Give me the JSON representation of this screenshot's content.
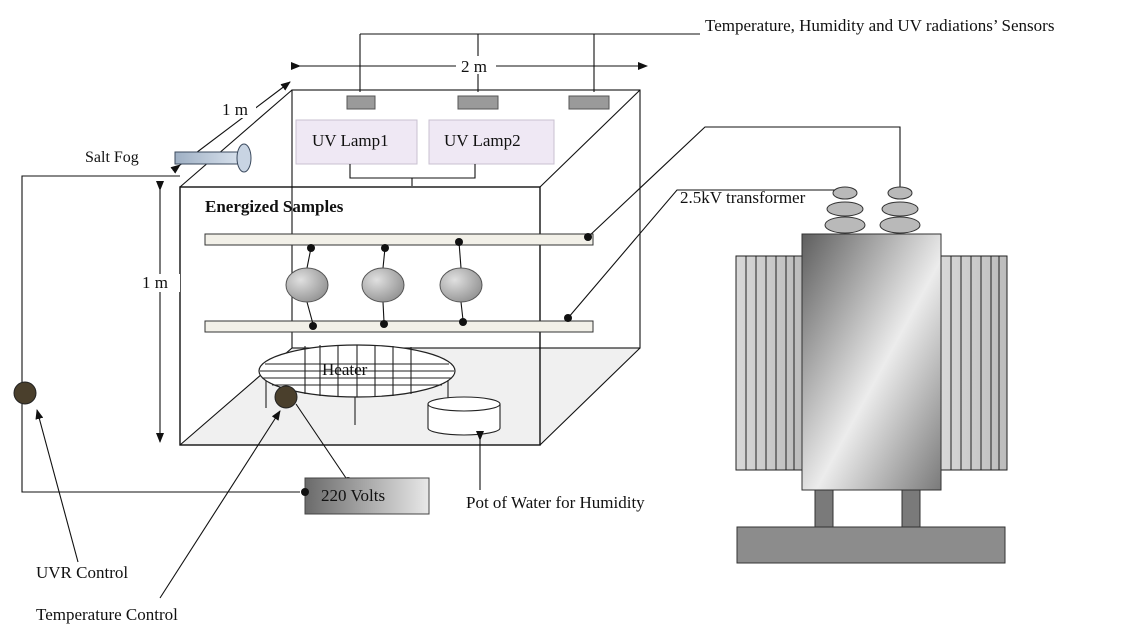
{
  "labels": {
    "sensors": "Temperature, Humidity and UV radiations’ Sensors",
    "width_dim": "2 m",
    "depth_dim": "1 m",
    "height_dim": "1 m",
    "salt_fog": "Salt Fog",
    "uv_lamp_1": "UV Lamp1",
    "uv_lamp_2": "UV Lamp2",
    "energized_samples": "Energized Samples",
    "transformer": "2.5kV transformer",
    "heater": "Heater",
    "volts": "220 Volts",
    "pot_of_water": "Pot of Water for Humidity",
    "uvr_control": "UVR Control",
    "temperature_control": "Temperature Control"
  },
  "colors": {
    "lamp_fill": "#efe8f4",
    "sensor_fill": "#9a9a9a",
    "insulator_fill": "#b9b9b9",
    "control_knob": "#4a3f2c",
    "transformer_dark": "#6e6e6e",
    "transformer_light": "#e6e6e6",
    "base_fill": "#8c8c8c",
    "chamber_floor": "#f0f0f0",
    "rod_fill": "#f2f0e8"
  }
}
